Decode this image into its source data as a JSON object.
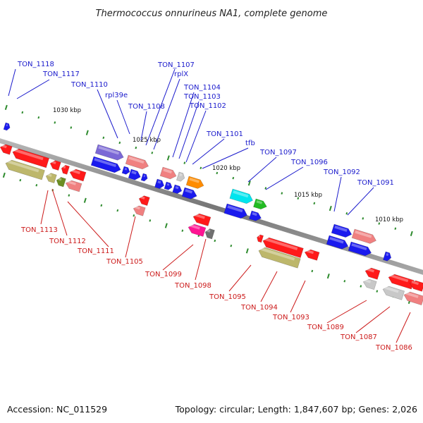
{
  "title": "Thermococcus onnurineus NA1, complete genome",
  "footer": {
    "accession": "Accession: NC_011529",
    "summary": "Topology: circular; Length: 1,847,607 bp; Genes: 2,026"
  },
  "colors": {
    "backbone": "#888888",
    "label_blue": "#1a1acc",
    "label_red": "#cc1a1a",
    "tick": "#2e8b2e"
  },
  "ticks": [
    "1030 kbp",
    "1025 kbp",
    "1020 kbp",
    "1015 kbp",
    "1010 kbp"
  ],
  "genes_top": [
    {
      "label": "TON_1118",
      "color": "#1a1acc"
    },
    {
      "label": "TON_1117",
      "color": "#1a1acc"
    },
    {
      "label": "TON_1110",
      "color": "#1a1acc"
    },
    {
      "label": "rpl39e",
      "color": "#1a1acc"
    },
    {
      "label": "TON_1108",
      "color": "#1a1acc"
    },
    {
      "label": "TON_1107",
      "color": "#1a1acc"
    },
    {
      "label": "rplX",
      "color": "#1a1acc"
    },
    {
      "label": "TON_1104",
      "color": "#1a1acc"
    },
    {
      "label": "TON_1103",
      "color": "#1a1acc"
    },
    {
      "label": "TON_1102",
      "color": "#1a1acc"
    },
    {
      "label": "TON_1101",
      "color": "#1a1acc"
    },
    {
      "label": "tfb",
      "color": "#1a1acc"
    },
    {
      "label": "TON_1097",
      "color": "#1a1acc"
    },
    {
      "label": "TON_1096",
      "color": "#1a1acc"
    },
    {
      "label": "TON_1092",
      "color": "#1a1acc"
    },
    {
      "label": "TON_1091",
      "color": "#1a1acc"
    }
  ],
  "genes_bottom": [
    {
      "label": "TON_1113",
      "color": "#cc1a1a"
    },
    {
      "label": "TON_1112",
      "color": "#cc1a1a"
    },
    {
      "label": "TON_1111",
      "color": "#cc1a1a"
    },
    {
      "label": "TON_1105",
      "color": "#cc1a1a"
    },
    {
      "label": "TON_1099",
      "color": "#cc1a1a"
    },
    {
      "label": "TON_1098",
      "color": "#cc1a1a"
    },
    {
      "label": "TON_1095",
      "color": "#cc1a1a"
    },
    {
      "label": "TON_1094",
      "color": "#cc1a1a"
    },
    {
      "label": "TON_1093",
      "color": "#cc1a1a"
    },
    {
      "label": "TON_1089",
      "color": "#cc1a1a"
    },
    {
      "label": "TON_1087",
      "color": "#cc1a1a"
    },
    {
      "label": "TON_1086",
      "color": "#cc1a1a"
    }
  ]
}
